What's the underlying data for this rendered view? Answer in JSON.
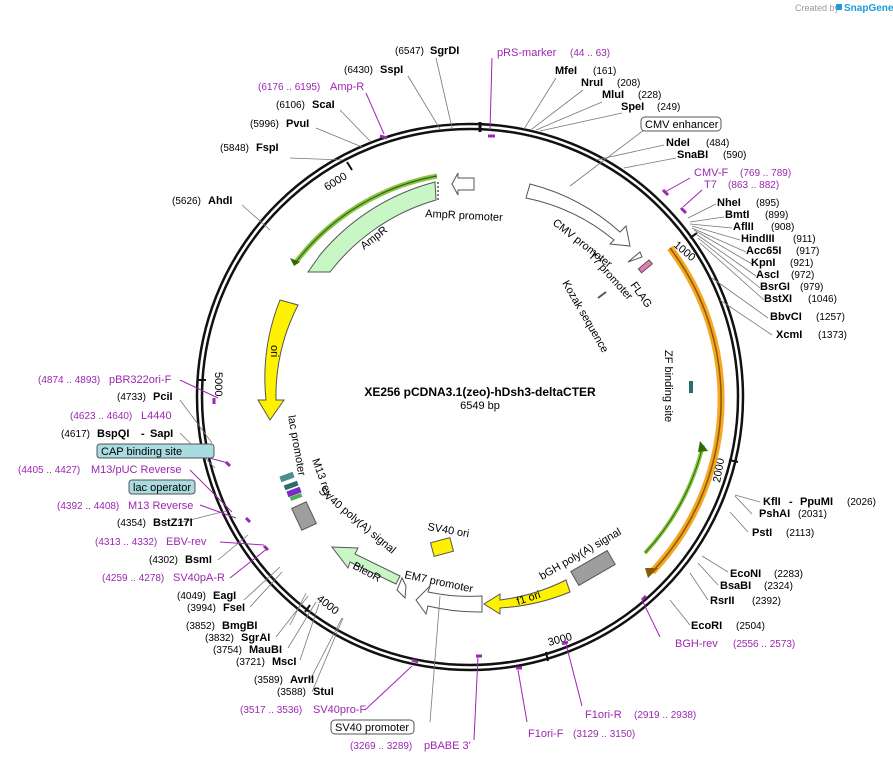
{
  "credit": {
    "prefix": "Created by",
    "brand": "SnapGene"
  },
  "title": "XE256 pCDNA3.1(zeo)-hDsh3-deltaCTER",
  "length_label": "6549 bp",
  "ticks": [
    "1000",
    "2000",
    "3000",
    "4000",
    "5000",
    "6000"
  ],
  "colors": {
    "primer": "#9c27b0",
    "ampr": "#c8f7c5",
    "ori": "#fff200",
    "f1ori": "#fff200",
    "zf": "#f5a623",
    "bleo": "#c8f7c5",
    "grey": "#999999"
  },
  "enzymes": [
    {
      "name": "SgrDI",
      "pos": "(6547)"
    },
    {
      "name": "SspI",
      "pos": "(6430)"
    },
    {
      "name": "ScaI",
      "pos": "(6106)"
    },
    {
      "name": "PvuI",
      "pos": "(5996)"
    },
    {
      "name": "FspI",
      "pos": "(5848)"
    },
    {
      "name": "AhdI",
      "pos": "(5626)"
    },
    {
      "name": "MfeI",
      "pos": "(161)"
    },
    {
      "name": "NruI",
      "pos": "(208)"
    },
    {
      "name": "MluI",
      "pos": "(228)"
    },
    {
      "name": "SpeI",
      "pos": "(249)"
    },
    {
      "name": "NdeI",
      "pos": "(484)"
    },
    {
      "name": "SnaBI",
      "pos": "(590)"
    },
    {
      "name": "NheI",
      "pos": "(895)"
    },
    {
      "name": "BmtI",
      "pos": "(899)"
    },
    {
      "name": "AflII",
      "pos": "(908)"
    },
    {
      "name": "HindIII",
      "pos": "(911)"
    },
    {
      "name": "Acc65I",
      "pos": "(917)"
    },
    {
      "name": "KpnI",
      "pos": "(921)"
    },
    {
      "name": "AscI",
      "pos": "(972)"
    },
    {
      "name": "BsrGI",
      "pos": "(979)"
    },
    {
      "name": "BstXI",
      "pos": "(1046)"
    },
    {
      "name": "BbvCI",
      "pos": "(1257)"
    },
    {
      "name": "XcmI",
      "pos": "(1373)"
    },
    {
      "name": "KflI",
      "sep": "-",
      "name2": "PpuMI",
      "pos": "(2026)"
    },
    {
      "name": "PshAI",
      "pos": "(2031)"
    },
    {
      "name": "PstI",
      "pos": "(2113)"
    },
    {
      "name": "EcoNI",
      "pos": "(2283)"
    },
    {
      "name": "BsaBI",
      "pos": "(2324)"
    },
    {
      "name": "RsrII",
      "pos": "(2392)"
    },
    {
      "name": "EcoRI",
      "pos": "(2504)"
    },
    {
      "name": "PciI",
      "pos": "(4733)"
    },
    {
      "name": "BspQI",
      "sep": "-",
      "name2": "SapI",
      "pos": "(4617)"
    },
    {
      "name": "BstZ17I",
      "pos": "(4354)"
    },
    {
      "name": "BsmI",
      "pos": "(4302)"
    },
    {
      "name": "EagI",
      "pos": "(4049)"
    },
    {
      "name": "FseI",
      "pos": "(3994)"
    },
    {
      "name": "BmgBI",
      "pos": "(3852)"
    },
    {
      "name": "SgrAI",
      "pos": "(3832)"
    },
    {
      "name": "MauBI",
      "pos": "(3754)"
    },
    {
      "name": "MscI",
      "pos": "(3721)"
    },
    {
      "name": "AvrII",
      "pos": "(3589)"
    },
    {
      "name": "StuI",
      "pos": "(3588)"
    }
  ],
  "primers": [
    {
      "name": "pRS-marker",
      "range": "(44 .. 63)"
    },
    {
      "name": "Amp-R",
      "range": "(6176 .. 6195)"
    },
    {
      "name": "CMV-F",
      "range": "(769 .. 789)"
    },
    {
      "name": "T7",
      "range": "(863 .. 882)"
    },
    {
      "name": "pBR322ori-F",
      "range": "(4874 .. 4893)"
    },
    {
      "name": "L4440",
      "range": "(4623 .. 4640)"
    },
    {
      "name": "M13/pUC Reverse",
      "range": "(4405 .. 4427)"
    },
    {
      "name": "M13 Reverse",
      "range": "(4392 .. 4408)"
    },
    {
      "name": "EBV-rev",
      "range": "(4313 .. 4332)"
    },
    {
      "name": "SV40pA-R",
      "range": "(4259 .. 4278)"
    },
    {
      "name": "SV40pro-F",
      "range": "(3517 .. 3536)"
    },
    {
      "name": "pBABE 3'",
      "range": "(3269 .. 3289)"
    },
    {
      "name": "BGH-rev",
      "range": "(2556 .. 2573)"
    },
    {
      "name": "F1ori-R",
      "range": "(2919 .. 2938)"
    },
    {
      "name": "F1ori-F",
      "range": "(3129 .. 3150)"
    }
  ],
  "boxed_labels": [
    {
      "name": "CMV enhancer"
    },
    {
      "name": "CAP binding site"
    },
    {
      "name": "lac operator"
    },
    {
      "name": "SV40 promoter"
    }
  ],
  "features": [
    {
      "name": "AmpR promoter"
    },
    {
      "name": "AmpR"
    },
    {
      "name": "ori"
    },
    {
      "name": "lac promoter"
    },
    {
      "name": "M13 rev"
    },
    {
      "name": "SV40 poly(A) signal"
    },
    {
      "name": "BleoR"
    },
    {
      "name": "EM7 promoter"
    },
    {
      "name": "SV40 ori"
    },
    {
      "name": "f1 ori"
    },
    {
      "name": "bGH poly(A) signal"
    },
    {
      "name": "ZF binding site"
    },
    {
      "name": "CMV promoter"
    },
    {
      "name": "T7 promoter"
    },
    {
      "name": "FLAG"
    },
    {
      "name": "Kozak sequence"
    }
  ]
}
